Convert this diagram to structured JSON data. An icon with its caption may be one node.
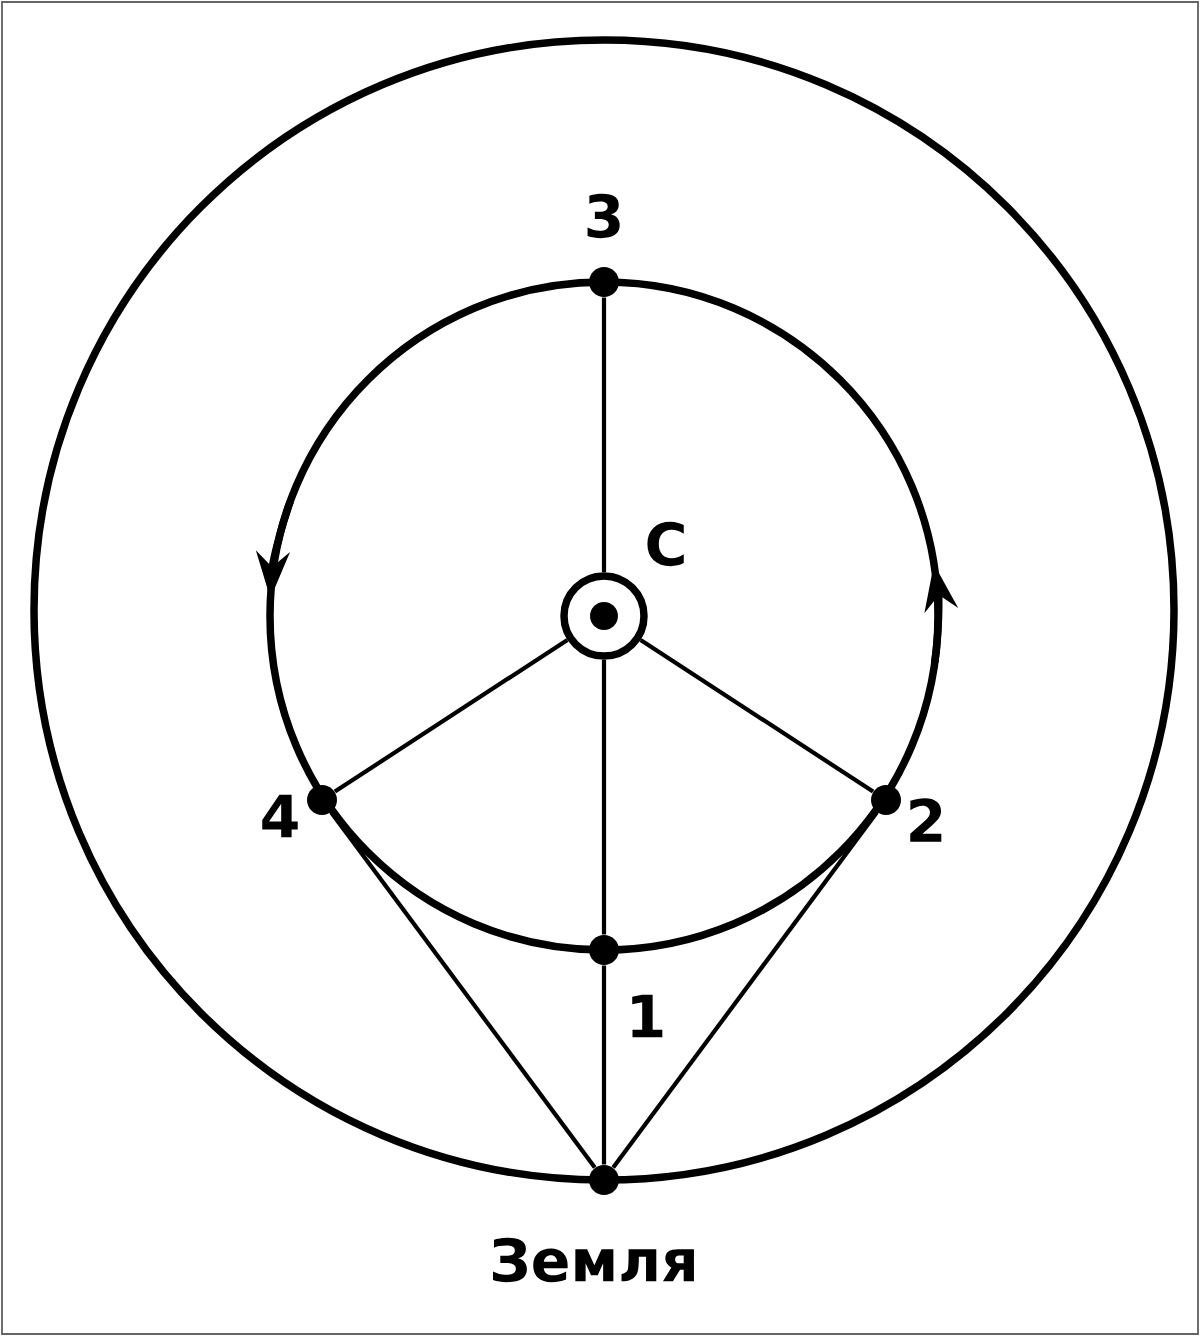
{
  "diagram": {
    "nodes": [
      {
        "text": [
          "3"
        ]
      },
      {
        "text": [
          "C"
        ]
      },
      {
        "text": [
          "4"
        ]
      },
      {
        "text": [
          "2"
        ]
      },
      {
        "text": [
          "1"
        ]
      },
      {
        "text": [
          "Земля"
        ]
      }
    ],
    "edges": [
      {
        "from": 0,
        "to": 1,
        "arrow": "none"
      },
      {
        "from": 1,
        "to": 4,
        "arrow": "none"
      },
      {
        "from": 4,
        "to": 5,
        "arrow": "none"
      },
      {
        "from": 1,
        "to": 2,
        "arrow": "none"
      },
      {
        "from": 1,
        "to": 3,
        "arrow": "none"
      },
      {
        "from": 2,
        "to": 5,
        "arrow": "none"
      },
      {
        "from": 3,
        "to": 5,
        "arrow": "none"
      }
    ]
  }
}
